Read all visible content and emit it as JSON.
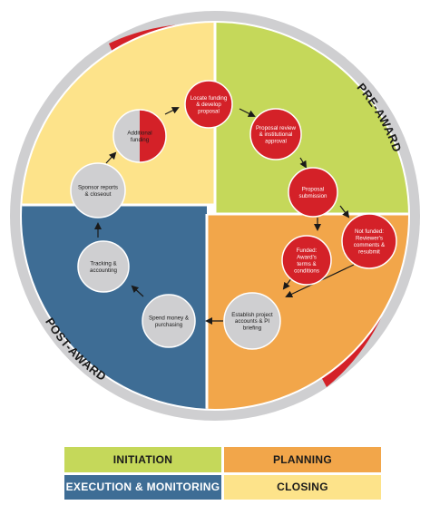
{
  "ring": {
    "pre_award_label": "PRE-AWARD",
    "post_award_label": "POST-AWARD",
    "pre_award_color": "#d42128",
    "post_award_color": "#cfcfd1"
  },
  "quadrants": {
    "initiation_color": "#c5d85a",
    "planning_color": "#f2a64a",
    "execution_color": "#3e6d95",
    "closing_color": "#fde38a"
  },
  "nodes": [
    {
      "id": "locate_funding",
      "lines": [
        "Locate funding",
        "& develop",
        "proposal"
      ],
      "fill": "red"
    },
    {
      "id": "proposal_review",
      "lines": [
        "Proposal review",
        "& institutional",
        "approval"
      ],
      "fill": "red"
    },
    {
      "id": "proposal_submission",
      "lines": [
        "Proposal",
        "submission"
      ],
      "fill": "red"
    },
    {
      "id": "not_funded",
      "lines": [
        "Not funded:",
        "Reviewer's",
        "comments &",
        "resubmit"
      ],
      "fill": "red"
    },
    {
      "id": "funded",
      "lines": [
        "Funded:",
        "Award's",
        "terms &",
        "conditions"
      ],
      "fill": "red"
    },
    {
      "id": "establish_accounts",
      "lines": [
        "Establish project",
        "accounts & PI",
        "briefing"
      ],
      "fill": "gray"
    },
    {
      "id": "spend_money",
      "lines": [
        "Spend money &",
        "purchasing"
      ],
      "fill": "gray"
    },
    {
      "id": "tracking",
      "lines": [
        "Tracking &",
        "accounting"
      ],
      "fill": "gray"
    },
    {
      "id": "sponsor_reports",
      "lines": [
        "Sponsor reports",
        "& closeout"
      ],
      "fill": "gray"
    },
    {
      "id": "additional_funding",
      "lines": [
        "Additional",
        "funding"
      ],
      "fill": "half"
    }
  ],
  "legend": {
    "initiation": "INITIATION",
    "planning": "PLANNING",
    "execution": "EXECUTION & MONITORING",
    "closing": "CLOSING"
  }
}
